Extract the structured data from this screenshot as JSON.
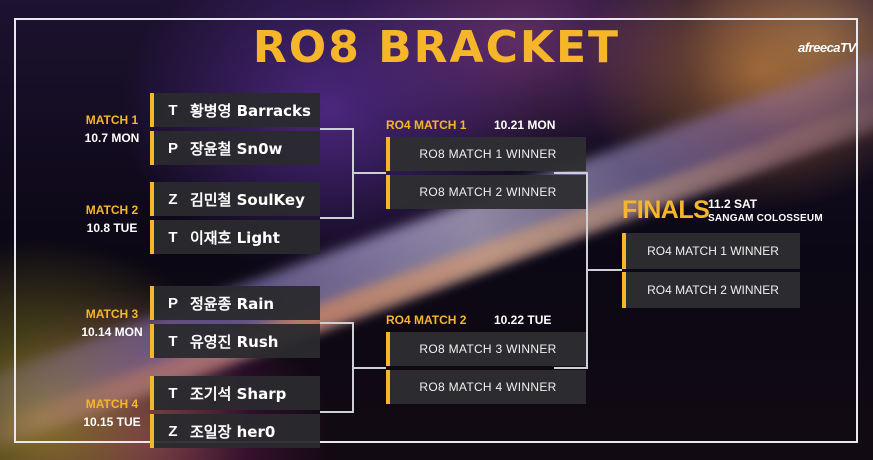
{
  "title": "RO8 BRACKET",
  "logo": "afreecaTV",
  "colors": {
    "accent": "#f5b62a",
    "box": "#2a2a2e",
    "text": "#ffffff",
    "frame": "#e8e8ee"
  },
  "ro8": [
    {
      "label": "MATCH 1",
      "date": "10.7 MON",
      "players": [
        {
          "race": "T",
          "name": "황병영 Barracks"
        },
        {
          "race": "P",
          "name": "장윤철 Sn0w"
        }
      ]
    },
    {
      "label": "MATCH 2",
      "date": "10.8 TUE",
      "players": [
        {
          "race": "Z",
          "name": "김민철 SoulKey"
        },
        {
          "race": "T",
          "name": "이재호 Light"
        }
      ]
    },
    {
      "label": "MATCH 3",
      "date": "10.14 MON",
      "players": [
        {
          "race": "P",
          "name": "정윤종 Rain"
        },
        {
          "race": "T",
          "name": "유영진 Rush"
        }
      ]
    },
    {
      "label": "MATCH 4",
      "date": "10.15 TUE",
      "players": [
        {
          "race": "T",
          "name": "조기석 Sharp"
        },
        {
          "race": "Z",
          "name": "조일장 her0"
        }
      ]
    }
  ],
  "ro4": [
    {
      "label": "RO4 MATCH 1",
      "date": "10.21 MON",
      "slots": [
        "RO8 MATCH 1 WINNER",
        "RO8 MATCH 2 WINNER"
      ]
    },
    {
      "label": "RO4 MATCH 2",
      "date": "10.22 TUE",
      "slots": [
        "RO8 MATCH 3 WINNER",
        "RO8 MATCH 4 WINNER"
      ]
    }
  ],
  "finals": {
    "label": "FINALS",
    "date": "11.2 SAT",
    "venue": "SANGAM COLOSSEUM",
    "slots": [
      "RO4 MATCH 1 WINNER",
      "RO4 MATCH 2 WINNER"
    ]
  }
}
